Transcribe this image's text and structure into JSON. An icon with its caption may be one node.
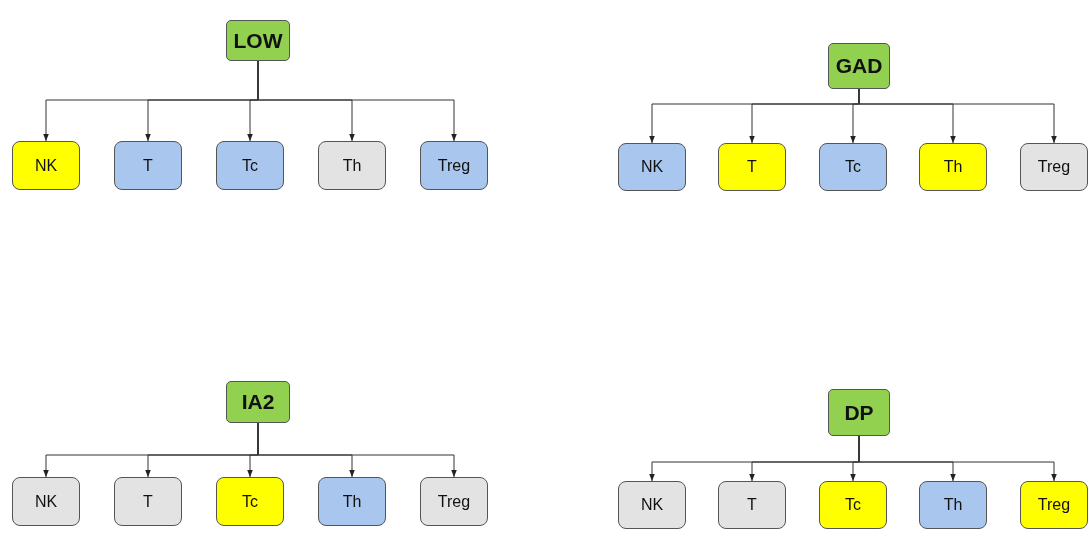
{
  "diagram": {
    "nodes": [
      {
        "text": [
          "LOW"
        ]
      },
      {
        "text": [
          "NK"
        ]
      },
      {
        "text": [
          "T"
        ]
      },
      {
        "text": [
          "Tc"
        ]
      },
      {
        "text": [
          "Th"
        ]
      },
      {
        "text": [
          "Treg"
        ]
      },
      {
        "text": [
          "GAD"
        ]
      },
      {
        "text": [
          "NK"
        ]
      },
      {
        "text": [
          "T"
        ]
      },
      {
        "text": [
          "Tc"
        ]
      },
      {
        "text": [
          "Th"
        ]
      },
      {
        "text": [
          "Treg"
        ]
      },
      {
        "text": [
          "IA2"
        ]
      },
      {
        "text": [
          "NK"
        ]
      },
      {
        "text": [
          "T"
        ]
      },
      {
        "text": [
          "Tc"
        ]
      },
      {
        "text": [
          "Th"
        ]
      },
      {
        "text": [
          "Treg"
        ]
      },
      {
        "text": [
          "DP"
        ]
      },
      {
        "text": [
          "NK"
        ]
      },
      {
        "text": [
          "T"
        ]
      },
      {
        "text": [
          "Tc"
        ]
      },
      {
        "text": [
          "Th"
        ]
      },
      {
        "text": [
          "Treg"
        ]
      }
    ],
    "edges": [
      {
        "from": 0,
        "to": 1,
        "arrow": "to"
      },
      {
        "from": 0,
        "to": 2,
        "arrow": "to"
      },
      {
        "from": 0,
        "to": 3,
        "arrow": "to"
      },
      {
        "from": 0,
        "to": 4,
        "arrow": "to"
      },
      {
        "from": 0,
        "to": 5,
        "arrow": "to"
      },
      {
        "from": 6,
        "to": 7,
        "arrow": "to"
      },
      {
        "from": 6,
        "to": 8,
        "arrow": "to"
      },
      {
        "from": 6,
        "to": 9,
        "arrow": "to"
      },
      {
        "from": 6,
        "to": 10,
        "arrow": "to"
      },
      {
        "from": 6,
        "to": 11,
        "arrow": "to"
      },
      {
        "from": 12,
        "to": 13,
        "arrow": "to"
      },
      {
        "from": 12,
        "to": 14,
        "arrow": "to"
      },
      {
        "from": 12,
        "to": 15,
        "arrow": "to"
      },
      {
        "from": 12,
        "to": 16,
        "arrow": "to"
      },
      {
        "from": 12,
        "to": 17,
        "arrow": "to"
      },
      {
        "from": 18,
        "to": 19,
        "arrow": "to"
      },
      {
        "from": 18,
        "to": 20,
        "arrow": "to"
      },
      {
        "from": 18,
        "to": 21,
        "arrow": "to"
      },
      {
        "from": 18,
        "to": 22,
        "arrow": "to"
      },
      {
        "from": 18,
        "to": 23,
        "arrow": "to"
      }
    ]
  }
}
